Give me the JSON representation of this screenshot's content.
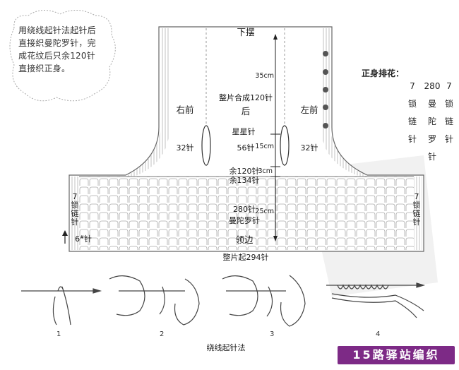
{
  "note": "用绕线起针法起针后直接织曼陀罗针，完成花纹后只余120针直接织正身。",
  "garment": {
    "hem": "下摆",
    "length_top": "35cm",
    "merge": "整片合成120针",
    "back": "后",
    "right_front": "右前",
    "left_front": "左前",
    "star_stitch": "星星针",
    "width_right": "32针",
    "width_center": "56针",
    "width_left": "32针",
    "length_mid": "15cm",
    "remain_120": "余120针",
    "remain_134": "余134针",
    "length_yoke_small": "3cm",
    "stitches_280": "280针",
    "mandala": "曼陀罗针",
    "length_bottom": "25cm",
    "collar": "领边",
    "cast_on": "整片起294针",
    "edge_left": "7锁链针",
    "edge_right": "7锁链针",
    "needle_size": "6",
    "needle_size_suffix": "针"
  },
  "pattern": {
    "title": "正身排花：",
    "columns": [
      {
        "count": "7",
        "name": "锁链针"
      },
      {
        "count": "280",
        "name": "曼陀罗针"
      },
      {
        "count": "7",
        "name": "锁链针"
      }
    ]
  },
  "steps": [
    "1",
    "2",
    "3",
    "4"
  ],
  "caption": "绕线起针法",
  "site": "15路驿站编织"
}
